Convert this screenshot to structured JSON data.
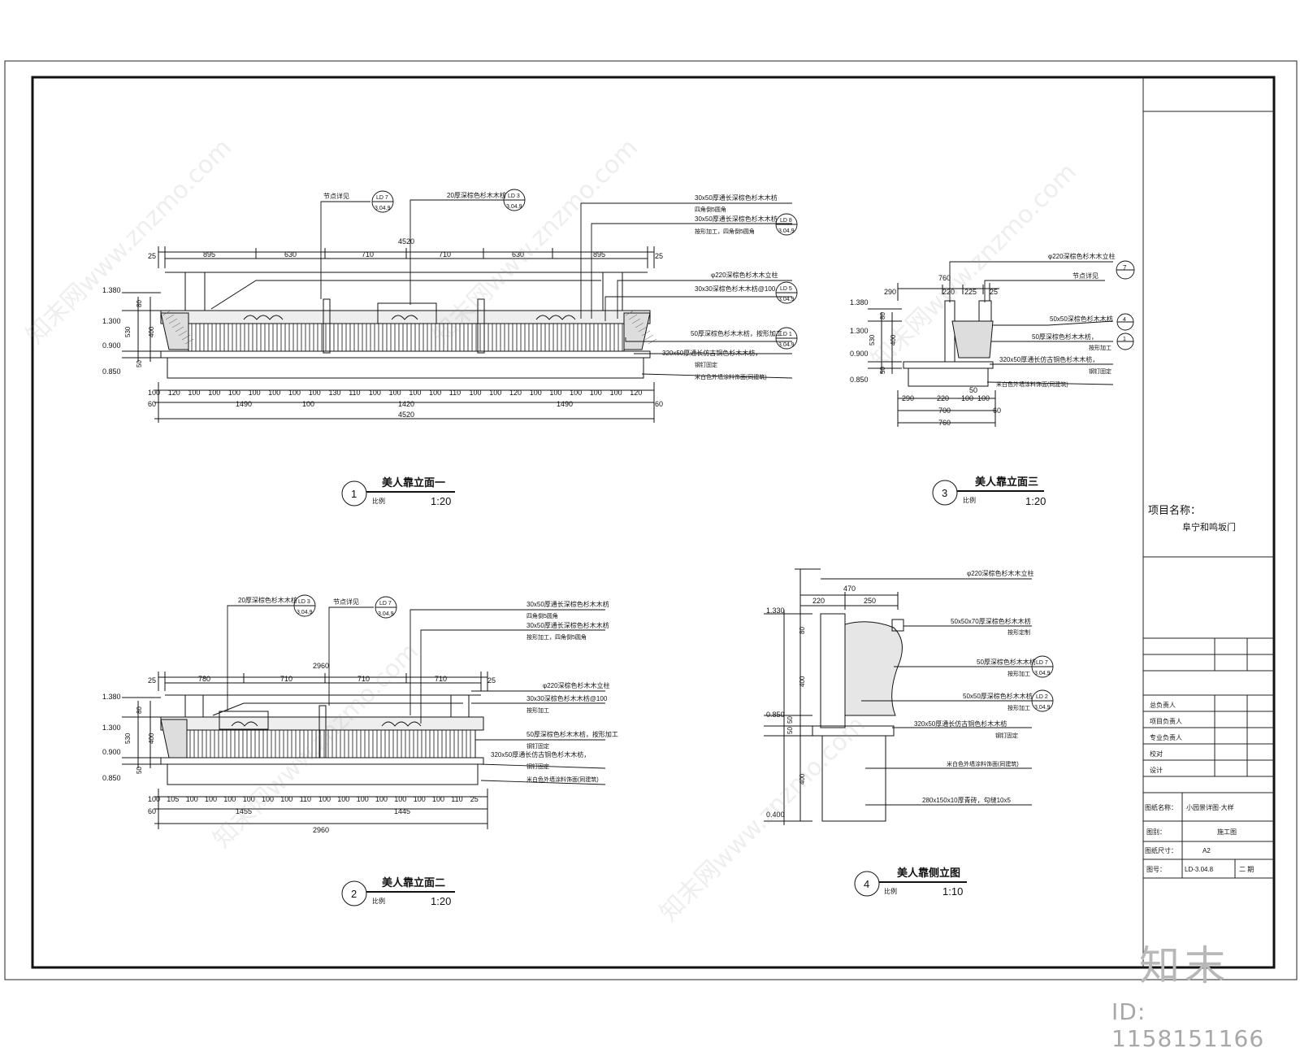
{
  "drawing": {
    "view1": {
      "number": "1",
      "title": "美人靠立面一",
      "scale_word": "比例",
      "scale": "1:20",
      "top_dims": [
        "25",
        "895",
        "630",
        "710",
        "710",
        "630",
        "895",
        "25"
      ],
      "overall": "4520",
      "bottom_dims": [
        "100",
        "120",
        "100",
        "100",
        "100",
        "100",
        "100",
        "100",
        "100",
        "130",
        "110",
        "100",
        "100",
        "100",
        "100",
        "110",
        "100",
        "100",
        "120",
        "100",
        "100",
        "100",
        "100",
        "100",
        "120"
      ],
      "base_dims": [
        "60",
        "1490",
        "1420",
        "1490",
        "60"
      ],
      "base_mid": "100",
      "levels": [
        "1.380",
        "1.300",
        "0.900",
        "0.850"
      ],
      "vert_dims": [
        "80",
        "400",
        "530",
        "50"
      ],
      "callouts": [
        {
          "text": "节点详见",
          "ref": "LD 7",
          "sheet": "3.04.9"
        },
        {
          "text": "20厚深棕色杉木木枋",
          "ref": "LD 3",
          "sheet": "3.04.9"
        },
        {
          "text": "30x50厚通长深棕色杉木木枋",
          "sub": "四角倒5圆角"
        },
        {
          "text": "30x50厚通长深棕色杉木木枋",
          "sub": "按形加工，四角倒5圆角",
          "ref": "LD 8",
          "sheet": "3.04.9"
        },
        {
          "text": "φ220深棕色杉木木立柱"
        },
        {
          "text": "30x30深棕色杉木木枋@100",
          "ref": "LD 5",
          "sheet": "3.04.9"
        },
        {
          "text": "50厚深棕色杉木木枋，按形加工",
          "ref": "LD 1",
          "sheet": "3.04.9"
        },
        {
          "text": "320x50厚通长仿古铜色杉木木枋，",
          "sub": "钢钉固定"
        },
        {
          "text": "米白色外墙涂料饰面(同建筑)"
        }
      ]
    },
    "view2": {
      "number": "2",
      "title": "美人靠立面二",
      "scale_word": "比例",
      "scale": "1:20",
      "top_dims": [
        "25",
        "780",
        "710",
        "710",
        "710",
        "25"
      ],
      "overall": "2960",
      "bottom_dims": [
        "100",
        "105",
        "100",
        "100",
        "100",
        "100",
        "100",
        "100",
        "110",
        "100",
        "100",
        "100",
        "100",
        "100",
        "100",
        "100",
        "110",
        "25"
      ],
      "base_dims": [
        "60",
        "1455",
        "1445"
      ],
      "levels": [
        "1.380",
        "1.300",
        "0.900",
        "0.850"
      ],
      "vert_dims": [
        "80",
        "400",
        "530",
        "50"
      ],
      "callouts": [
        {
          "text": "20厚深棕色杉木木枋",
          "ref": "LD 3",
          "sheet": "3.04.9"
        },
        {
          "text": "节点详见",
          "ref": "LD 7",
          "sheet": "3.04.9"
        },
        {
          "text": "30x50厚通长深棕色杉木木枋",
          "sub": "四角倒5圆角"
        },
        {
          "text": "30x50厚通长深棕色杉木木枋",
          "sub": "按形加工，四角倒5圆角"
        },
        {
          "text": "φ220深棕色杉木木立柱"
        },
        {
          "text": "30x30深棕色杉木木枋@100",
          "sub": "按形加工"
        },
        {
          "text": "50厚深棕色杉木木枋，按形加工",
          "sub": "钢钉固定"
        },
        {
          "text": "320x50厚通长仿古铜色杉木木枋，",
          "sub": "钢钉固定"
        },
        {
          "text": "米白色外墙涂料饰面(同建筑)"
        }
      ]
    },
    "view3": {
      "number": "3",
      "title": "美人靠立面三",
      "scale_word": "比例",
      "scale": "1:20",
      "top_dims": [
        "290",
        "220",
        "225",
        "25"
      ],
      "overall": "760",
      "bottom_dims": [
        "290",
        "220",
        "100",
        "100"
      ],
      "base_dims": [
        "700",
        "60"
      ],
      "base_small": "50",
      "levels": [
        "1.380",
        "1.300",
        "0.900",
        "0.850"
      ],
      "vert_dims": [
        "80",
        "400",
        "530",
        "50"
      ],
      "callouts": [
        {
          "text": "φ220深棕色杉木木立柱"
        },
        {
          "text": "节点详见",
          "ref": "7"
        },
        {
          "text": "50x50深棕色杉木木枋",
          "ref": "4"
        },
        {
          "text": "50厚深棕色杉木木枋，",
          "sub": "按形加工",
          "ref": "1"
        },
        {
          "text": "320x50厚通长仿古铜色杉木木枋，",
          "sub": "钢钉固定"
        },
        {
          "text": "米白色外墙涂料饰面(同建筑)"
        }
      ]
    },
    "view4": {
      "number": "4",
      "title": "美人靠侧立图",
      "scale_word": "比例",
      "scale": "1:10",
      "top_dims": [
        "470",
        "220",
        "250"
      ],
      "levels": [
        "1.330",
        "0.850",
        "0.400"
      ],
      "vert_dims": [
        "80",
        "400",
        "50",
        "50",
        "400"
      ],
      "callouts": [
        {
          "text": "φ220深棕色杉木木立柱"
        },
        {
          "text": "50x50x70厚深棕色杉木木枋",
          "sub": "按形定制"
        },
        {
          "text": "50厚深棕色杉木木枋",
          "sub": "按形加工",
          "ref": "LD 7",
          "sheet": "3.04.9"
        },
        {
          "text": "50x50厚深棕色杉木木枋",
          "sub": "按形加工",
          "ref": "LD 2",
          "sheet": "3.04.9"
        },
        {
          "text": "320x50厚通长仿古铜色杉木木枋",
          "sub": "钢钉固定"
        },
        {
          "text": "米白色外墙涂料饰面(同建筑)"
        },
        {
          "text": "280x150x10厚青砖，勾缝10x5"
        }
      ]
    }
  },
  "titleblock": {
    "project_label": "项目名称：",
    "project_name": "阜宁和鸣坂门",
    "roles": [
      "总负责人",
      "项目负责人",
      "专业负责人",
      "校对",
      "设计"
    ],
    "drawing_name_label": "图纸名称：",
    "drawing_name": "小园景详图·大样",
    "sheet_type_label": "图别：",
    "sheet_type": "施工图",
    "paper_size_label": "图纸尺寸：",
    "paper_size": "A2",
    "sheet_no_label": "图号：",
    "sheet_no": "LD-3.04.8",
    "sheet_no_extra": "二 期"
  },
  "brand": "知末",
  "id_text": "ID: 1158151166",
  "watermark": "知末网www.znzmo.com"
}
